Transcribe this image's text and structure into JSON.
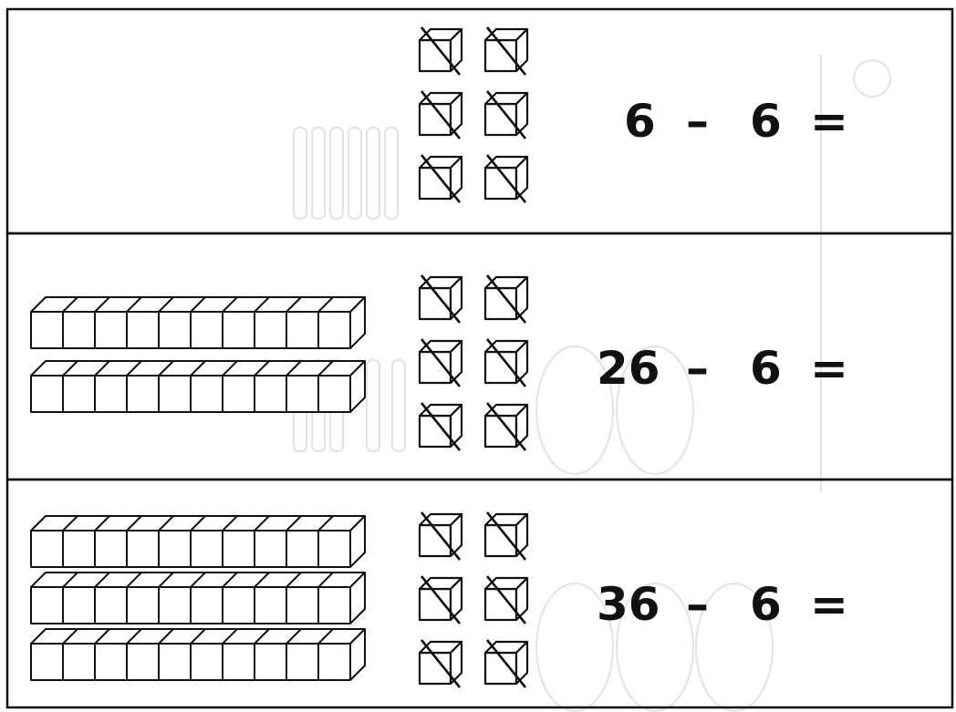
{
  "colors": {
    "ink": "#111111",
    "paper": "#ffffff",
    "ghost": "#e3e3e3"
  },
  "problems": [
    {
      "tens_rods": 0,
      "ones_cubes": 6,
      "crossed_out_ones": 6,
      "minuend": "6",
      "operator": "–",
      "subtrahend": "6",
      "equals": "="
    },
    {
      "tens_rods": 2,
      "ones_cubes": 6,
      "crossed_out_ones": 6,
      "minuend": "26",
      "operator": "–",
      "subtrahend": "6",
      "equals": "="
    },
    {
      "tens_rods": 3,
      "ones_cubes": 6,
      "crossed_out_ones": 6,
      "minuend": "36",
      "operator": "–",
      "subtrahend": "6",
      "equals": "="
    }
  ]
}
